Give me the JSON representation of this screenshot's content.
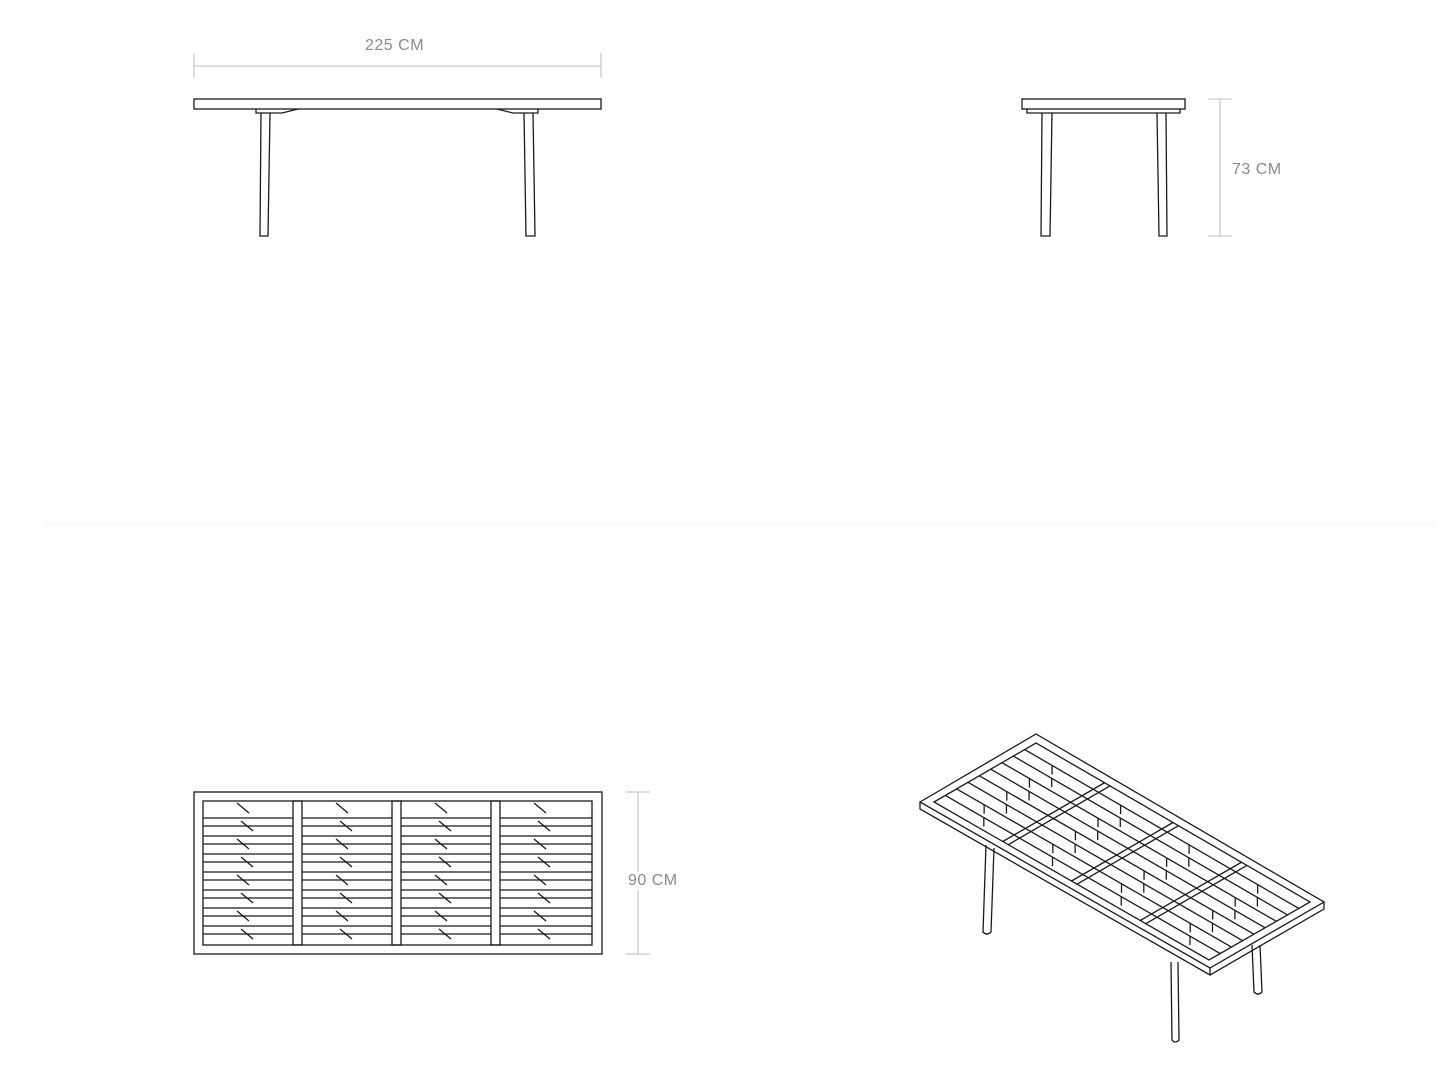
{
  "drawing": {
    "front_view": {
      "dimension_label": "225 CM"
    },
    "side_view": {
      "dimension_label": "73 CM"
    },
    "top_view": {
      "dimension_label": "90 CM"
    },
    "iso_view": {}
  },
  "colors": {
    "line": "#1a1a1a",
    "dimension_line": "#bdbdbd",
    "dimension_text": "#8a8a8a",
    "background": "#ffffff"
  }
}
